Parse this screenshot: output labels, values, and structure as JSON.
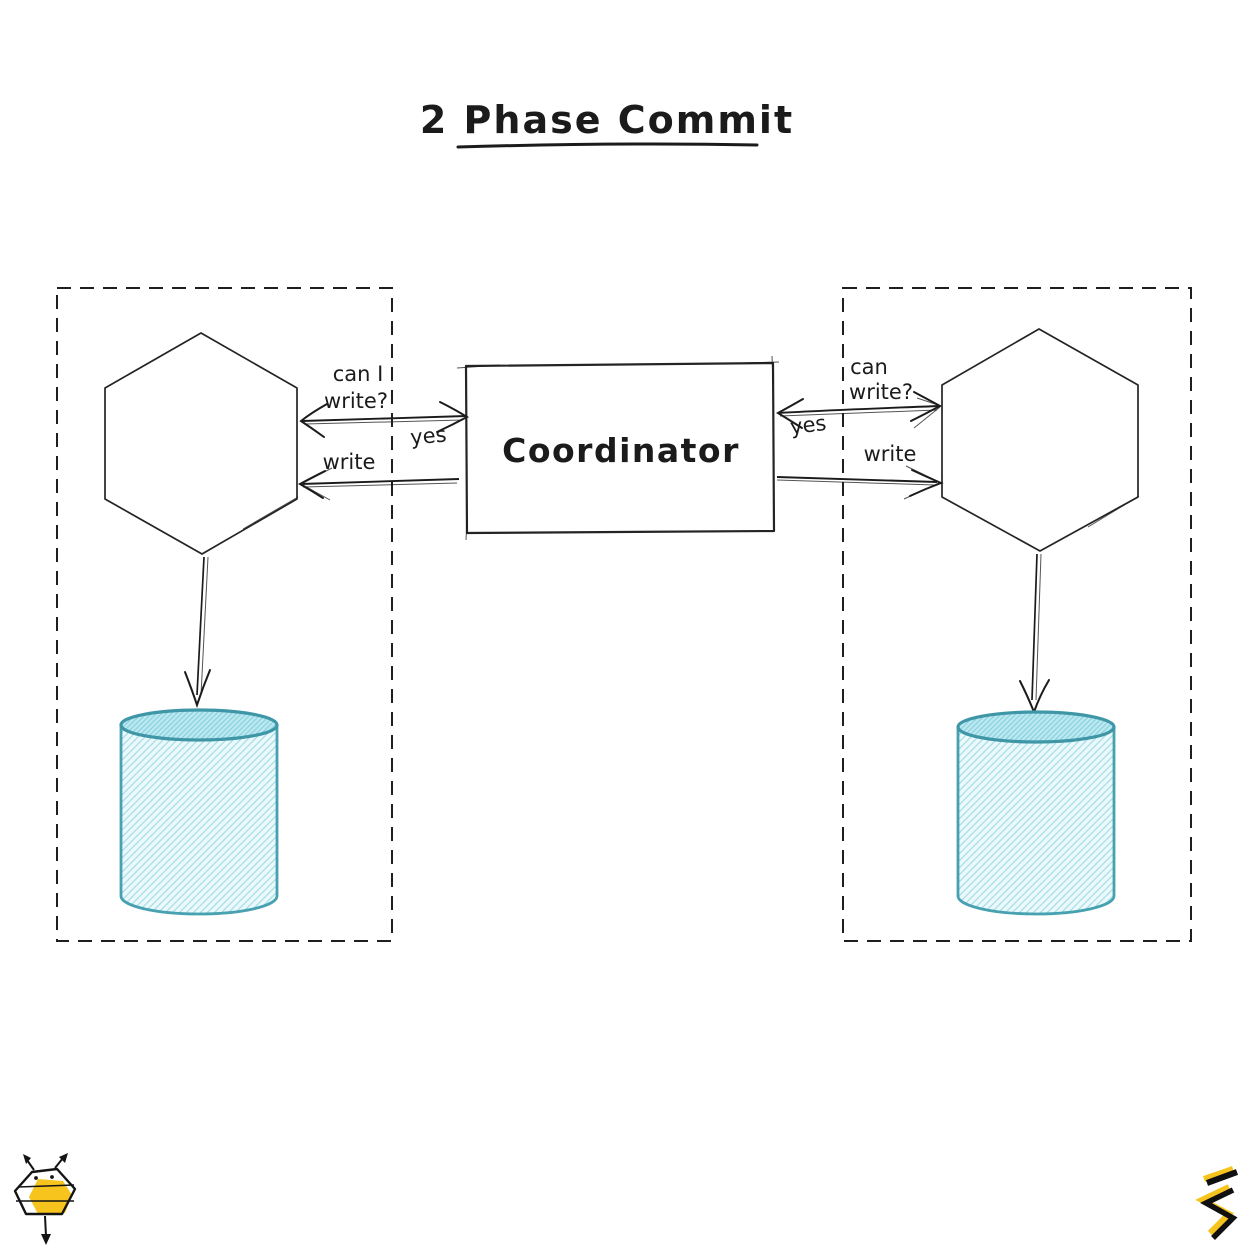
{
  "title": {
    "text": "2 Phase Commit"
  },
  "coordinator": {
    "label": "Coordinator"
  },
  "left_participant": {
    "request_label_line1": "can I",
    "request_label_line2": "write?",
    "response_label": "yes",
    "commit_label": "write"
  },
  "right_participant": {
    "request_label_line1": "can",
    "request_label_line2": "write?",
    "response_label": "yes",
    "commit_label": "write"
  },
  "colors": {
    "ink": "#1b1b1b",
    "database_stroke": "#47a1b0",
    "database_top_stroke": "#3e96a6",
    "database_body_fill": "#ecf9fb",
    "database_body_hatch": "#a6deea",
    "database_top_fill": "#bce8f0",
    "database_top_hatch": "#8ad2e0",
    "bee_yellow": "#f6c41d"
  },
  "icons": {
    "bottom_left": "bee-logo",
    "bottom_right": "signature-mark"
  }
}
